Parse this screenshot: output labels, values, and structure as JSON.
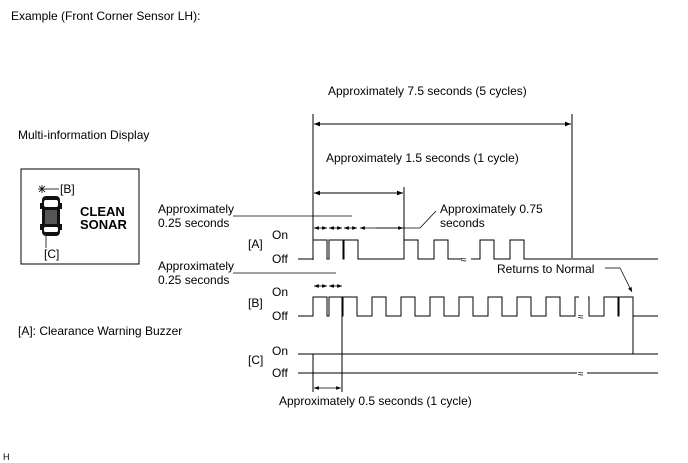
{
  "title": "Example (Front Corner Sensor LH):",
  "mid_label": "Multi-information Display",
  "display_panel": {
    "marker_b": "[B]",
    "marker_c": "[C]",
    "line1": "CLEAN",
    "line2": "SONAR"
  },
  "legend": "[A]: Clearance Warning Buzzer",
  "annotations": {
    "total": "Approximately 7.5 seconds (5 cycles)",
    "cycle_a": "Approximately 1.5 seconds (1 cycle)",
    "pulse_a_1": "Approximately",
    "pulse_a_2": "0.25 seconds",
    "pause_a_1": "Approximately 0.75",
    "pause_a_2": "seconds",
    "pulse_b_1": "Approximately",
    "pulse_b_2": "0.25 seconds",
    "returns": "Returns to Normal",
    "cycle_c": "Approximately 0.5 seconds (1 cycle)"
  },
  "signals": {
    "a": {
      "label": "[A]",
      "on": "On",
      "off": "Off"
    },
    "b": {
      "label": "[B]",
      "on": "On",
      "off": "Off"
    },
    "c": {
      "label": "[C]",
      "on": "On",
      "off": "Off"
    }
  },
  "footer": "H"
}
